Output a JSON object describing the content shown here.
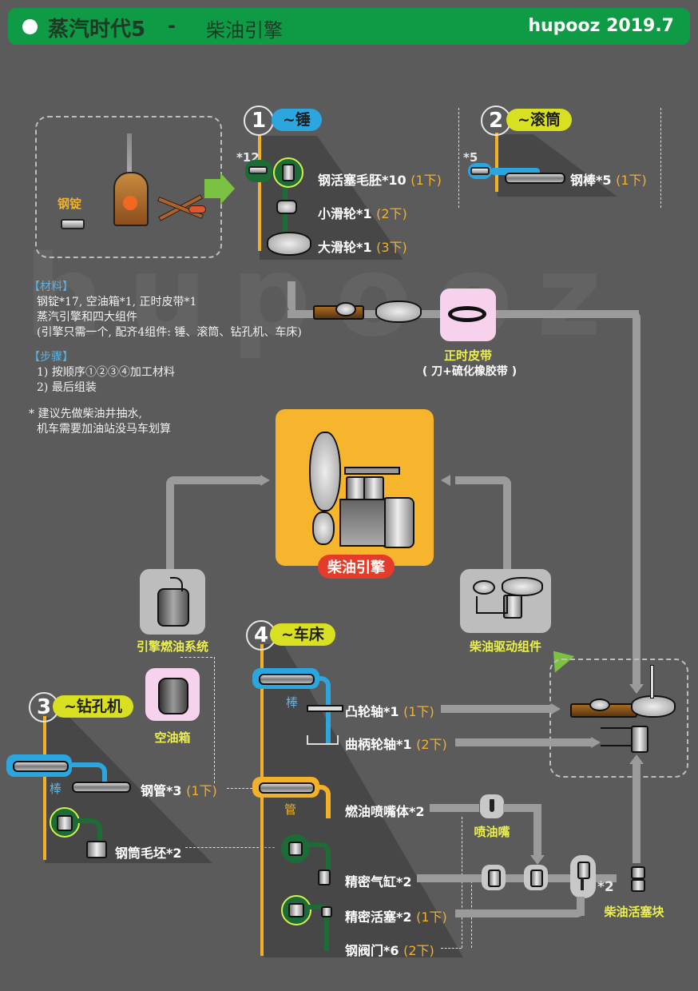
{
  "header": {
    "title": "蒸汽时代5",
    "separator": "-",
    "subtitle": "柴油引擎",
    "credit": "hupooz 2019.7",
    "bg_color": "#0f9a45"
  },
  "watermark": "hupooz",
  "smelt": {
    "ingot_label": "钢锭",
    "icons": [
      "steel-ingot-icon",
      "furnace-icon",
      "crossed-tools-icon"
    ]
  },
  "stations": {
    "hammer": {
      "number": "1",
      "name": "~锤",
      "input_count": "*12",
      "items": [
        {
          "name": "钢活塞毛胚*10",
          "hits": "(1下)"
        },
        {
          "name": "小滑轮*1",
          "hits": "(2下)"
        },
        {
          "name": "大滑轮*1",
          "hits": "(3下)"
        }
      ]
    },
    "roller": {
      "number": "2",
      "name": "~滚筒",
      "input_count": "*5",
      "items": [
        {
          "name": "钢棒*5",
          "hits": "(1下)"
        }
      ]
    },
    "drill": {
      "number": "3",
      "name": "~钻孔机",
      "input_label": "棒",
      "items": [
        {
          "name": "钢管*3",
          "hits": "(1下)"
        },
        {
          "name": "钢筒毛坯*2",
          "hits": ""
        }
      ]
    },
    "lathe": {
      "number": "4",
      "name": "~车床",
      "rod_label": "棒",
      "pipe_label": "管",
      "items": [
        {
          "name": "凸轮轴*1",
          "hits": "(1下)"
        },
        {
          "name": "曲柄轮轴*1",
          "hits": "(2下)"
        },
        {
          "name": "燃油喷嘴体*2",
          "hits": ""
        },
        {
          "name": "精密气缸*2",
          "hits": ""
        },
        {
          "name": "精密活塞*2",
          "hits": "(1下)"
        },
        {
          "name": "钢阀门*6",
          "hits": "(2下)"
        }
      ]
    }
  },
  "notes": {
    "materials_heading": "【材料】",
    "materials_lines": [
      "钢锭*17, 空油箱*1, 正时皮带*1",
      "蒸汽引擎和四大组件",
      "(引擎只需一个, 配齐4组件: 锤、滚筒、钻孔机、车床)"
    ],
    "steps_heading": "【步骤】",
    "steps_lines": [
      "1) 按顺序①②③④加工材料",
      "2) 最后组装"
    ],
    "tip_lines": [
      "* 建议先做柴油井抽水,",
      "机车需要加油站没马车划算"
    ]
  },
  "components": {
    "timing_belt": {
      "label": "正时皮带",
      "sublabel": "( 刀+硫化橡胶带 )"
    },
    "engine": {
      "label": "柴油引擎"
    },
    "fuel_system": {
      "label": "引擎燃油系统"
    },
    "empty_tank": {
      "label": "空油箱"
    },
    "drive_assembly": {
      "label": "柴油驱动组件"
    },
    "nozzle": {
      "label": "喷油嘴"
    },
    "piston_block": {
      "label": "柴油活塞块",
      "count": "*2"
    }
  },
  "colors": {
    "background": "#5b5b5b",
    "accent_yellow": "#f3b12a",
    "label_yellow": "#ecf04a",
    "hammer_blue": "#2ca6df",
    "lime": "#d9e021",
    "engine_card": "#f7b52d",
    "engine_pill": "#e53b2a",
    "belt_card": "#f7d2ec",
    "arrow_green": "#7cc242"
  }
}
